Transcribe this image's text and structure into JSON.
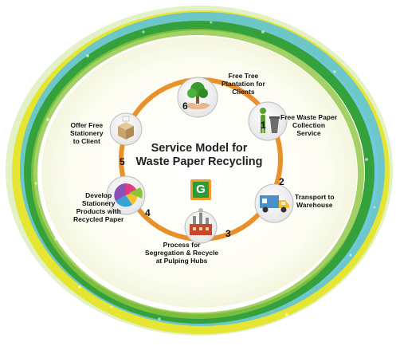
{
  "diagram": {
    "title_line1": "Service Model for",
    "title_line2": "Waste Paper Recycling",
    "logo_letter": "G",
    "steps": [
      {
        "number": "1",
        "label": "Free Waste Paper\nCollection\nService",
        "icon": "dustbin-person-icon"
      },
      {
        "number": "2",
        "label": "Transport to\nWarehouse",
        "icon": "truck-icon"
      },
      {
        "number": "3",
        "label": "Process for\nSegregation & Recycle\nat Pulping Hubs",
        "icon": "factory-icon"
      },
      {
        "number": "4",
        "label": "Develop\nStationery\nProducts with\nRecycled Paper",
        "icon": "pie-chart-icon"
      },
      {
        "number": "5",
        "label": "Offer Free\nStationery\nto Client",
        "icon": "box-icon"
      },
      {
        "number": "6",
        "label": "Free Tree\nPlantation for\nClients",
        "icon": "tree-in-hands-icon"
      }
    ]
  },
  "colors": {
    "background": "#ffffff",
    "cycle_ring": "#e8902a",
    "ring_blue": "#5fc3d9",
    "ring_yellow": "#e5e532",
    "ring_green": "#35a13c",
    "logo_green": "#2f9a3a",
    "logo_orange": "#f39c28"
  }
}
